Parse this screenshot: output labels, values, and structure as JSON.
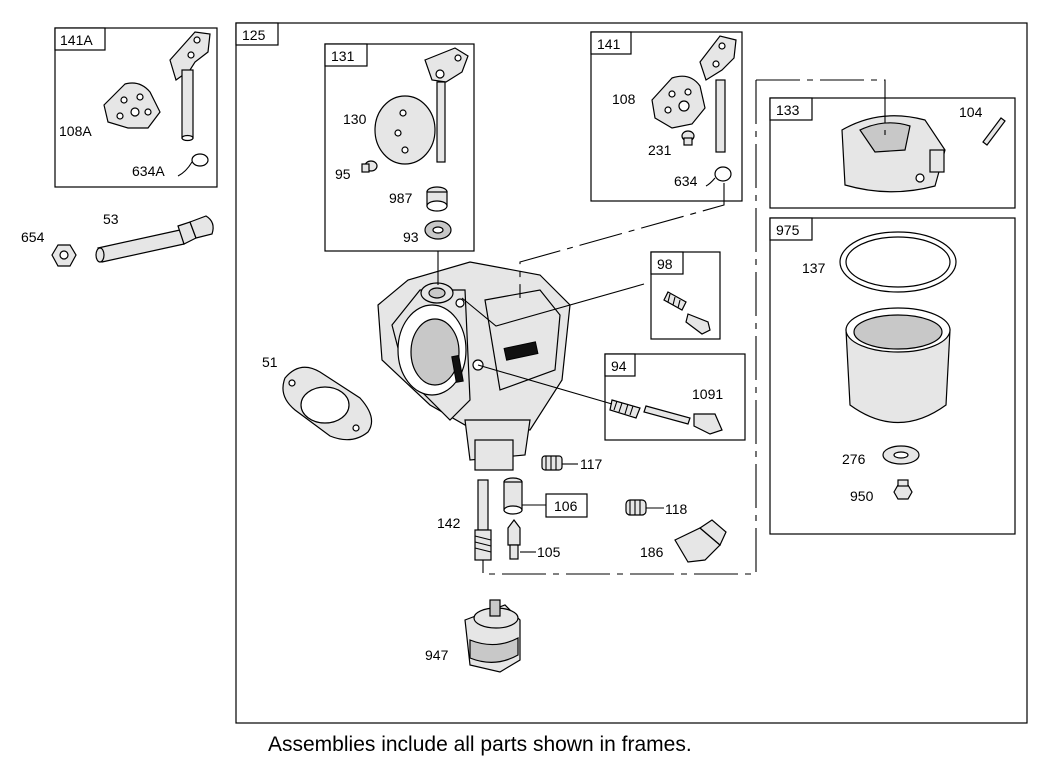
{
  "caption": "Assemblies include all parts shown in frames.",
  "frames": {
    "f125": "125",
    "f141A": "141A",
    "f131": "131",
    "f141": "141",
    "f133": "133",
    "f975": "975",
    "f98": "98",
    "f94": "94",
    "f106": "106"
  },
  "parts": {
    "p108A": "108A",
    "p634A": "634A",
    "p654": "654",
    "p53": "53",
    "p130": "130",
    "p95": "95",
    "p987": "987",
    "p93": "93",
    "p108": "108",
    "p231": "231",
    "p634": "634",
    "p104": "104",
    "p137": "137",
    "p276": "276",
    "p950": "950",
    "p51": "51",
    "p1091": "1091",
    "p117": "117",
    "p142": "142",
    "p118": "118",
    "p105": "105",
    "p186": "186",
    "p947": "947"
  }
}
